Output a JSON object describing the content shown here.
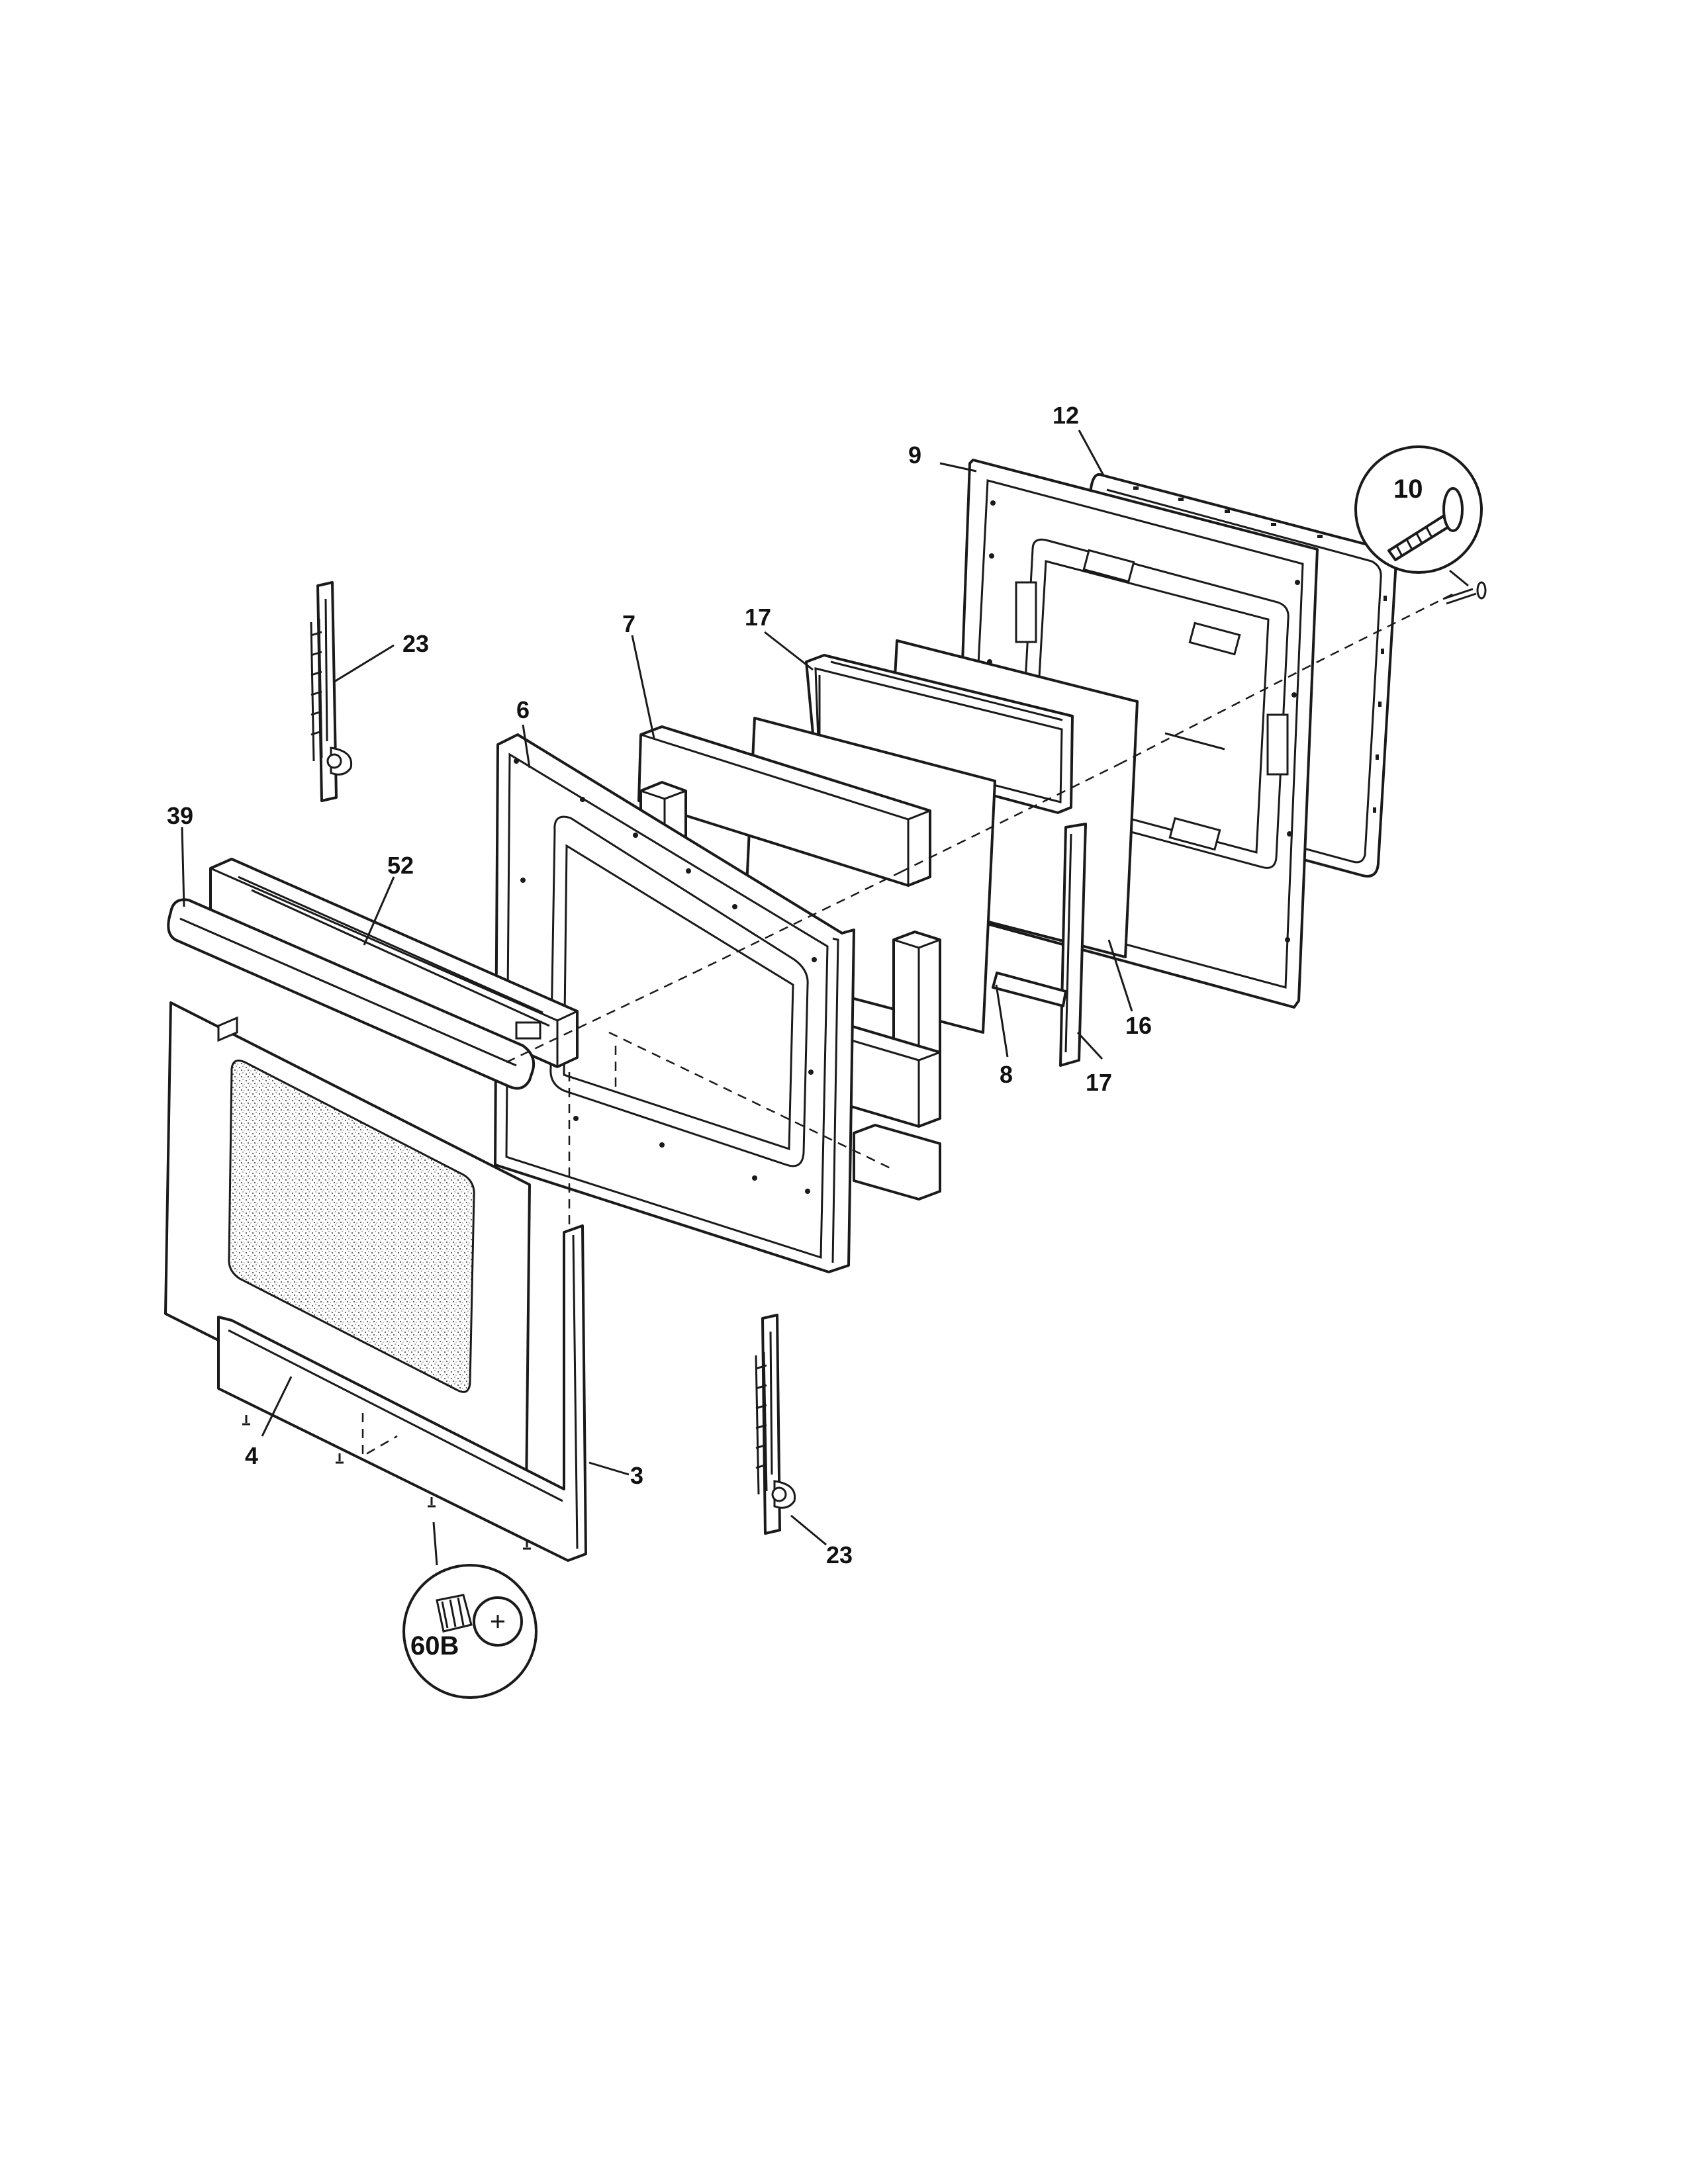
{
  "callouts": {
    "c9": "9",
    "c12": "12",
    "c10": "10",
    "c23a": "23",
    "c7": "7",
    "c17a": "17",
    "c6": "6",
    "c39": "39",
    "c52": "52",
    "c16": "16",
    "c17b": "17",
    "c8": "8",
    "c4": "4",
    "c3": "3",
    "c23b": "23",
    "c60b": "60B"
  }
}
